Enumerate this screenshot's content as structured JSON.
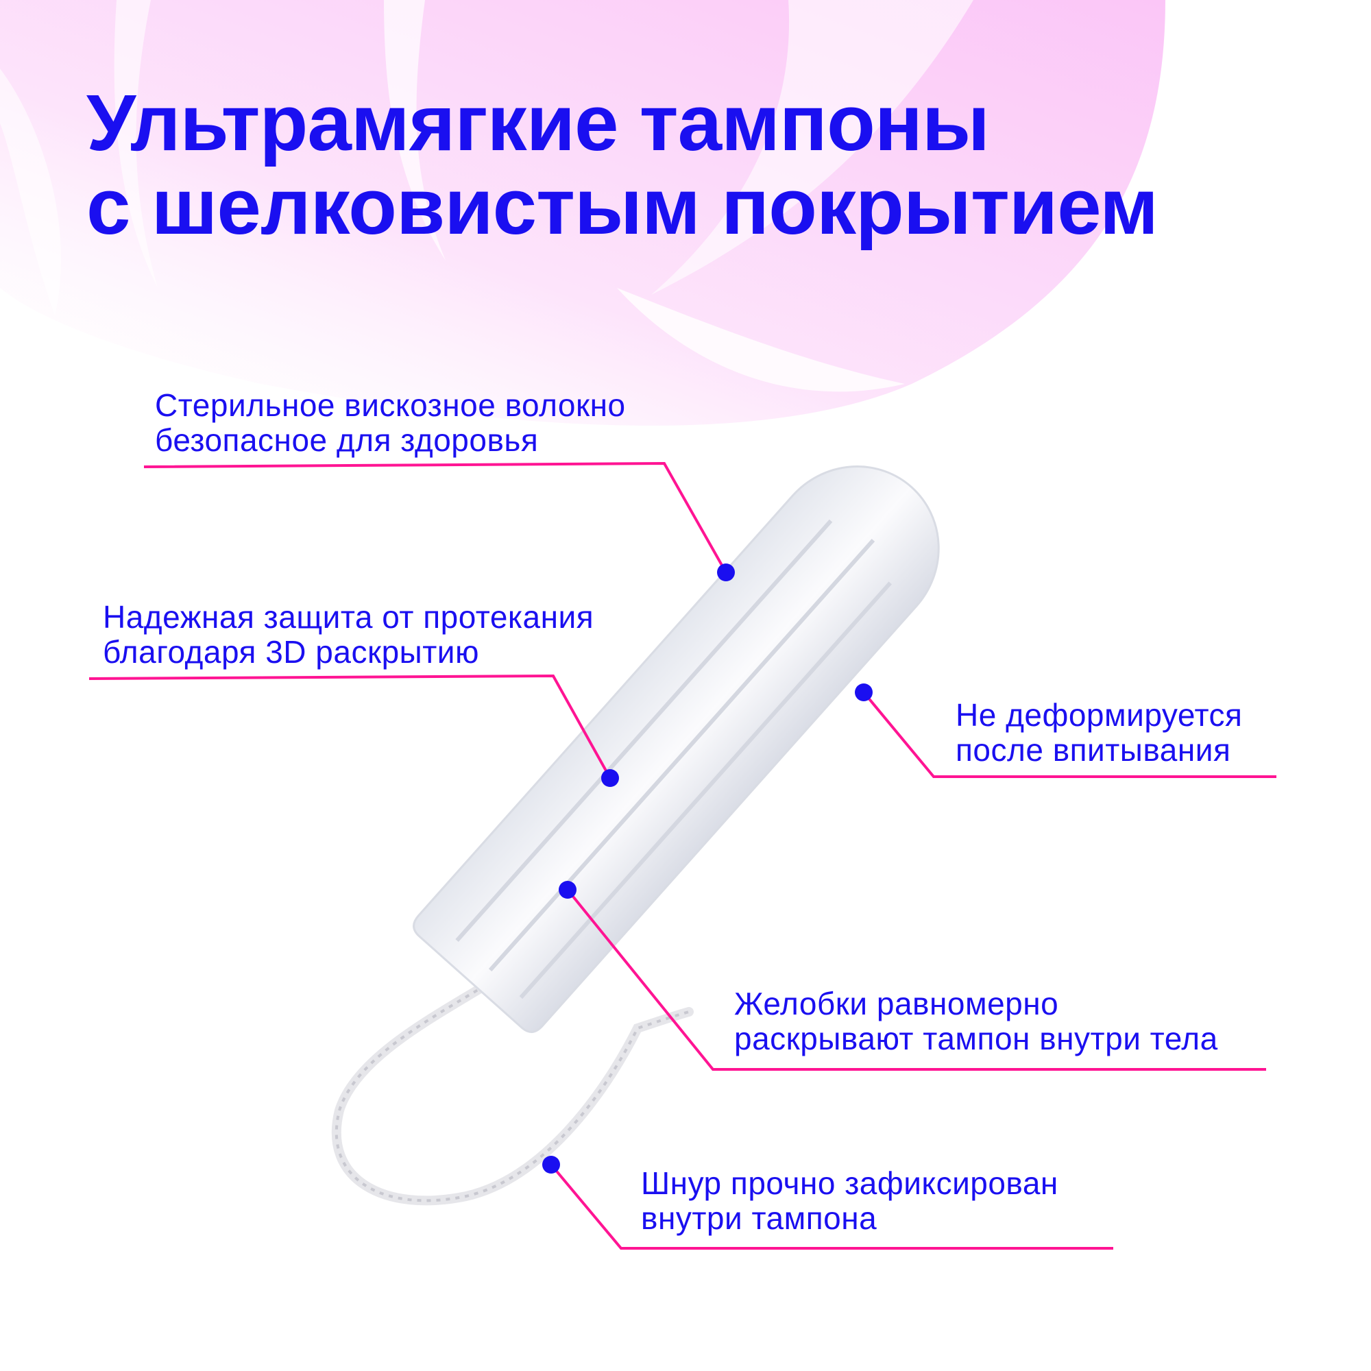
{
  "title": {
    "line1": "Ультрамягкие тампоны",
    "line2": "с шелковистым покрытием"
  },
  "features": [
    {
      "line1": "Стерильное вискозное волокно",
      "line2": "безопасное для здоровья"
    },
    {
      "line1": "Надежная защита от протекания",
      "line2": "благодаря 3D раскрытию"
    },
    {
      "line1": "Не деформируется",
      "line2": "после впитывания"
    },
    {
      "line1": "Желобки равномерно",
      "line2": "раскрывают тампон внутри тела"
    },
    {
      "line1": "Шнур прочно зафиксирован",
      "line2": "внутри тампона"
    }
  ],
  "colors": {
    "text": "#1a0ff0",
    "callout_line": "#ff1493",
    "dot": "#1a0ff0",
    "feather": "#f7c8f5"
  }
}
